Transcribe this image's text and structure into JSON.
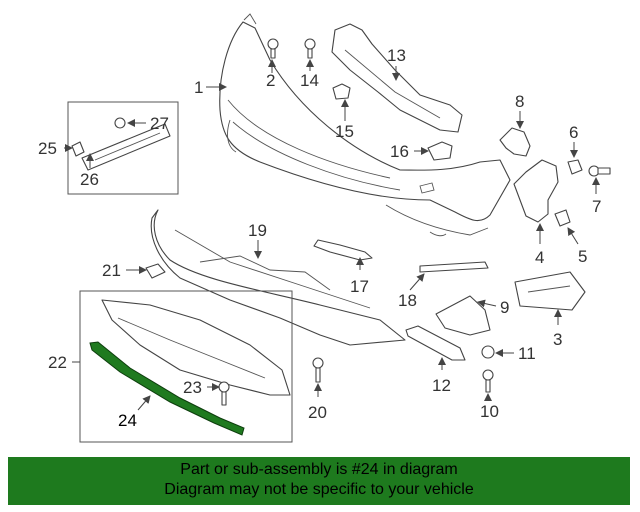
{
  "diagram": {
    "highlight_color": "#1f7a1f",
    "callouts": [
      "1",
      "2",
      "3",
      "4",
      "5",
      "6",
      "7",
      "8",
      "9",
      "10",
      "11",
      "12",
      "13",
      "14",
      "15",
      "16",
      "17",
      "18",
      "19",
      "20",
      "21",
      "22",
      "23",
      "24",
      "25",
      "26",
      "27"
    ]
  },
  "footer": {
    "line1": "Part or sub-assembly is #24 in diagram",
    "line2": "Diagram may not be specific to your vehicle",
    "background": "#1e7a1e"
  }
}
